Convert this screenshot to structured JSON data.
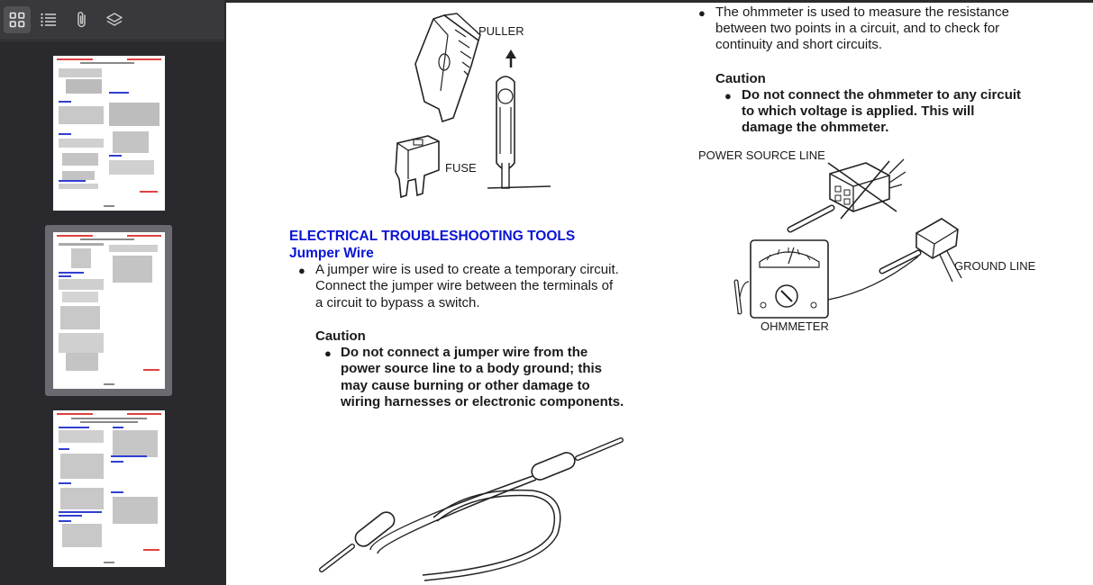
{
  "toolbar": {
    "buttons": [
      {
        "name": "thumbnails",
        "icon": "thumbnails-grid-icon",
        "active": true
      },
      {
        "name": "outline",
        "icon": "outline-list-icon",
        "active": false
      },
      {
        "name": "attachments",
        "icon": "paperclip-icon",
        "active": false
      },
      {
        "name": "layers",
        "icon": "layers-icon",
        "active": false
      }
    ]
  },
  "thumbnails": [
    {
      "page": 1,
      "selected": false
    },
    {
      "page": 2,
      "selected": true
    },
    {
      "page": 3,
      "selected": false
    }
  ],
  "colors": {
    "sidebar_bg": "#38383d",
    "heading_blue": "#0a14d2",
    "selected_frame": "#6a6a70"
  },
  "page": {
    "fuse_figure": {
      "puller_label": "PULLER",
      "fuse_label": "FUSE"
    },
    "section_title": "ELECTRICAL TROUBLESHOOTING TOOLS",
    "subsection_title": "Jumper Wire",
    "jumper": {
      "bullet_lines": [
        "A jumper wire is used to create a temporary circuit.",
        "Connect the jumper wire between the terminals of",
        "a circuit to bypass a switch."
      ],
      "caution_title": "Caution",
      "caution_lines": [
        "Do not connect a jumper wire from the",
        "power source line to a body ground; this",
        "may cause burning or other damage to",
        "wiring harnesses or electronic components."
      ]
    },
    "ohmmeter": {
      "bullet_lines": [
        "The ohmmeter is used to measure the resistance",
        "between two points in a circuit, and to check for",
        "continuity and short circuits."
      ],
      "caution_title": "Caution",
      "caution_lines": [
        "Do not connect the ohmmeter to any circuit",
        "to which voltage is applied. This will",
        "damage the ohmmeter."
      ],
      "labels": {
        "power_source_line": "POWER SOURCE LINE",
        "ground_line": "GROUND LINE",
        "ohmmeter": "OHMMETER"
      }
    },
    "bullet_char": "●"
  }
}
